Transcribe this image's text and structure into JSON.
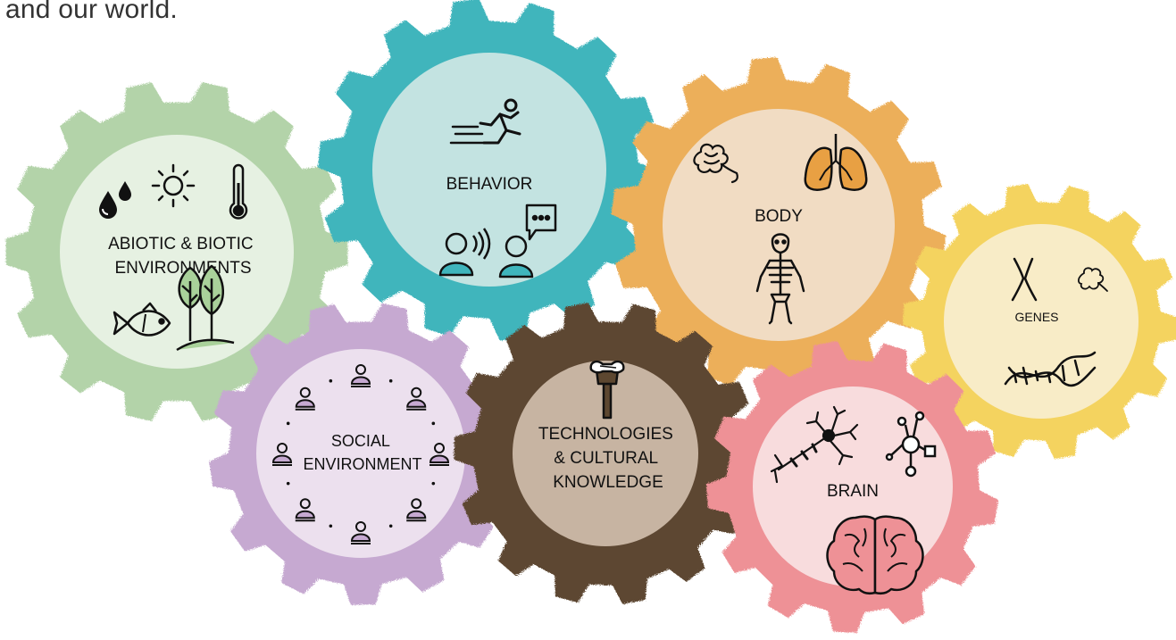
{
  "intro_text": "and our world.",
  "gears": [
    {
      "id": "abiotic",
      "lines": [
        "ABIOTIC & BIOTIC",
        "ENVIRONMENTS"
      ],
      "outer": "#b3d3a9",
      "inner": "#e6f1e2"
    },
    {
      "id": "behavior",
      "lines": [
        "BEHAVIOR"
      ],
      "outer": "#3fb5bc",
      "inner": "#c3e3e1"
    },
    {
      "id": "body",
      "lines": [
        "BODY"
      ],
      "outer": "#ecaf5a",
      "inner": "#f1dcc3"
    },
    {
      "id": "genes",
      "lines": [
        "GENES"
      ],
      "outer": "#f4d35e",
      "inner": "#f8ecc7"
    },
    {
      "id": "social",
      "lines": [
        "SOCIAL",
        "ENVIRONMENT"
      ],
      "outer": "#c6a9d1",
      "inner": "#ece0ee"
    },
    {
      "id": "technologies",
      "lines": [
        "TECHNOLOGIES",
        "& CULTURAL",
        "KNOWLEDGE"
      ],
      "outer": "#5d4730",
      "inner": "#c7b4a2"
    },
    {
      "id": "brain",
      "lines": [
        "BRAIN"
      ],
      "outer": "#ee9196",
      "inner": "#f8dcdd"
    }
  ],
  "icons": {
    "abiotic": [
      "water-drops-icon",
      "sun-icon",
      "thermometer-icon",
      "fish-icon",
      "trees-icon"
    ],
    "behavior": [
      "running-person-icon",
      "speaking-person-icon",
      "chatting-person-icon"
    ],
    "body": [
      "intestine-icon",
      "lungs-icon",
      "skeleton-icon"
    ],
    "genes": [
      "chromosome-icon",
      "intestine-icon",
      "dna-icon"
    ],
    "social": [
      "person-icon"
    ],
    "technologies": [
      "axe-icon"
    ],
    "brain": [
      "neuron-icon",
      "network-icon",
      "brain-icon"
    ]
  }
}
